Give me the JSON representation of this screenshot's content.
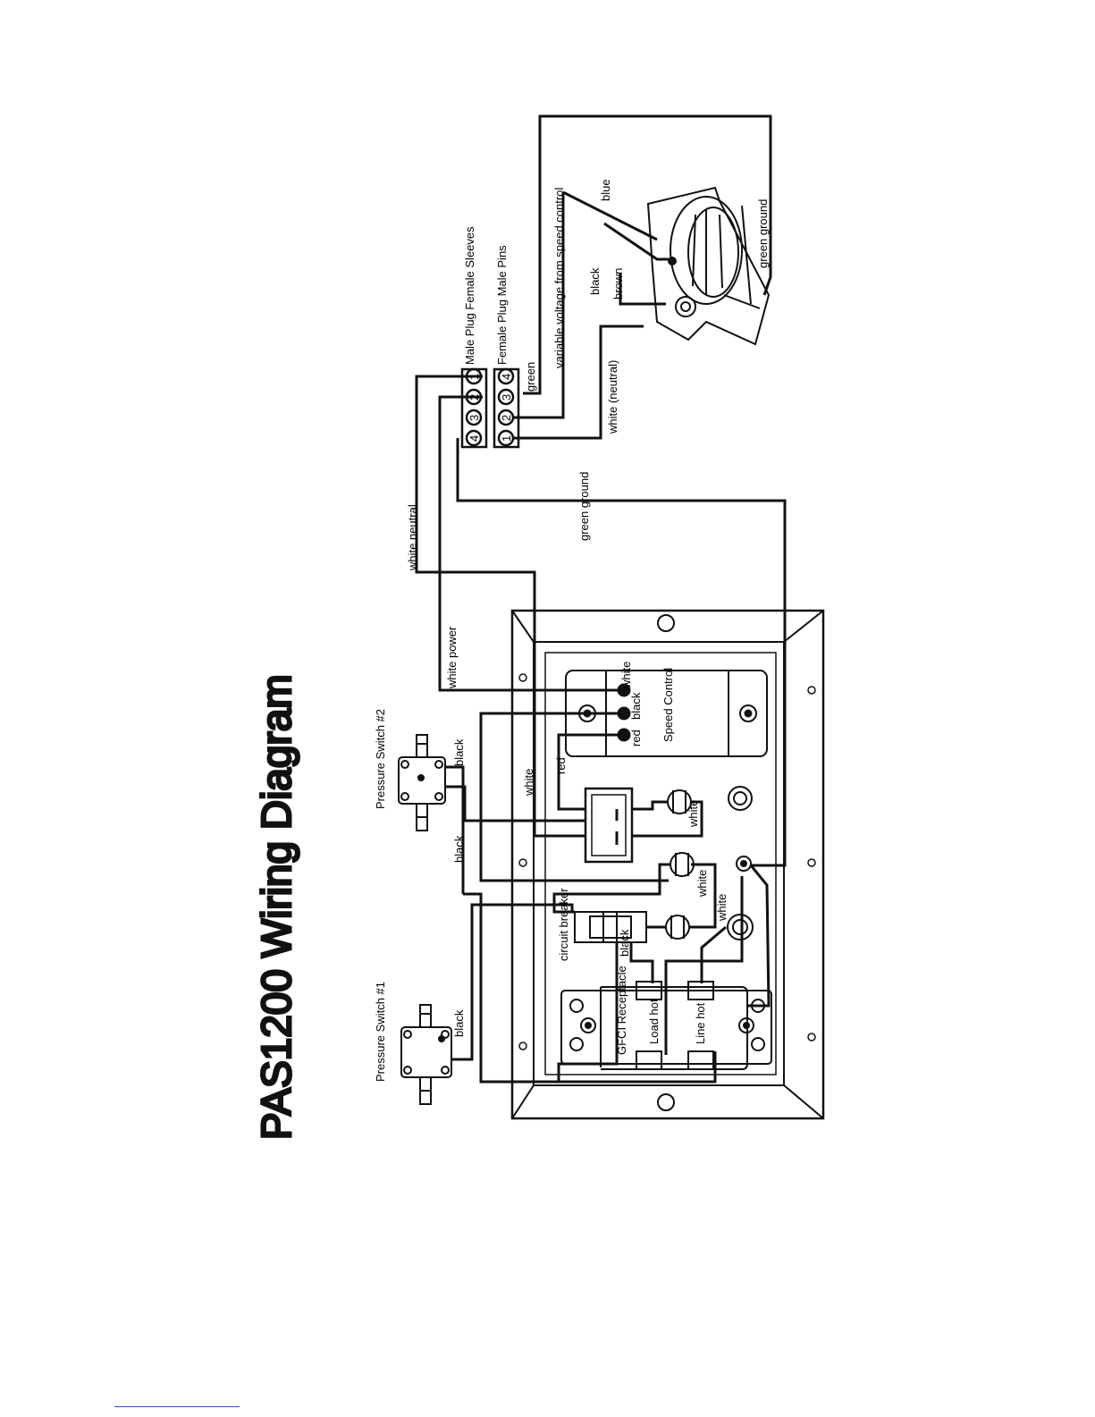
{
  "title": "PAS1200 Wiring Diagram",
  "components": {
    "pressure_switch_1": "Pressure Switch #1",
    "pressure_switch_2": "Pressure Switch #2",
    "speed_control": "Speed Control",
    "circuit_breaker": "circuit breaker",
    "gfci_receptacle": "GFCI Receptacle",
    "male_plug": "Male Plug Female Sleeves",
    "female_plug": "Female Plug Male Pins"
  },
  "terminals": {
    "load_hot": "Load hot",
    "line_hot": "Line hot",
    "male_pins": [
      "4",
      "3",
      "2",
      "1"
    ],
    "female_pins": [
      "1",
      "2",
      "3",
      "4"
    ]
  },
  "wires": {
    "black": "black",
    "white": "white",
    "red": "red",
    "green": "green",
    "blue": "blue",
    "brown": "brown",
    "white_neutral": "white neutral",
    "white_power": "white power",
    "green_ground": "green ground",
    "variable_voltage": "variable voltage from speed control",
    "white_neutral_paren": "white (neutral)"
  }
}
